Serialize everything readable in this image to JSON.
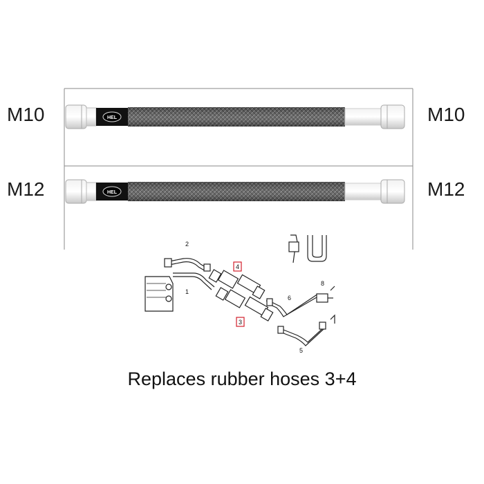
{
  "hoses": [
    {
      "left_thread": "M10",
      "right_thread": "M10",
      "brand": "HEL"
    },
    {
      "left_thread": "M12",
      "right_thread": "M12",
      "brand": "HEL"
    }
  ],
  "diagram": {
    "part_numbers": [
      "1",
      "2",
      "3",
      "4",
      "5",
      "6",
      "8"
    ],
    "highlighted_parts": [
      "3",
      "4"
    ],
    "highlight_color": "#d21f2b"
  },
  "caption": "Replaces rubber hoses 3+4"
}
